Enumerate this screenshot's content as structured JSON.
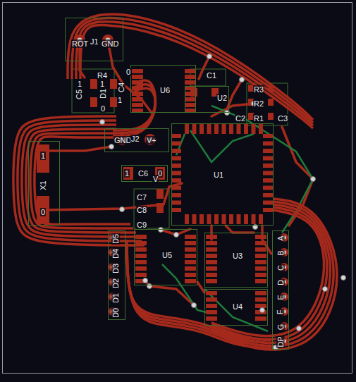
{
  "diagram": {
    "nodes": [
      {
        "text": [
          "ROT",
          "J1",
          "GND"
        ]
      },
      {
        "text": [
          "U6"
        ]
      },
      {
        "text": [
          "U2"
        ]
      },
      {
        "text": [
          "GND",
          "J2",
          "V+"
        ]
      },
      {
        "text": [
          "1",
          "X1",
          "0"
        ]
      },
      {
        "text": [
          "1",
          "C6",
          "0"
        ]
      },
      {
        "text": [
          "U1"
        ]
      },
      {
        "text": [
          "D5",
          "D4",
          "D3",
          "D2",
          "D1",
          "D0"
        ]
      },
      {
        "text": [
          "U5"
        ]
      },
      {
        "text": [
          "U3"
        ]
      },
      {
        "text": [
          "U4"
        ]
      },
      {
        "text": [
          "A",
          "B",
          "C",
          "D",
          "E",
          "F",
          "G",
          "DP"
        ]
      }
    ],
    "labels": [
      "R4",
      "1",
      "C5",
      "1",
      "D1",
      "0",
      "1",
      "C4",
      "0",
      "C1",
      "R3",
      "R2",
      "R1",
      "C2",
      "C3",
      "V",
      "C7",
      "C8",
      "C9"
    ]
  }
}
